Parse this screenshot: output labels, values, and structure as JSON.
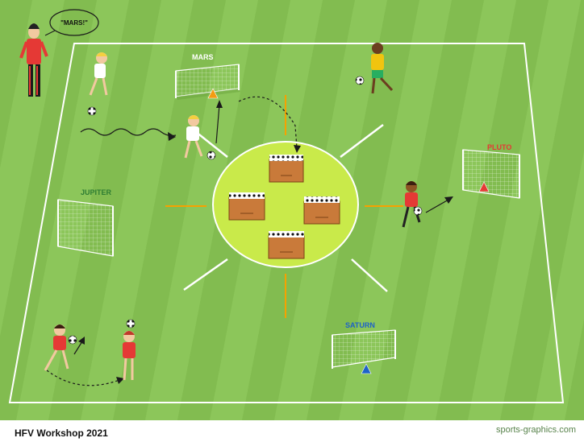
{
  "colors": {
    "grass_light": "#8cc65a",
    "grass_dark": "#79b347",
    "center_circle": "#c9ea4a",
    "goal_label_mars": "#ffffff",
    "goal_label_jupiter": "#2e7d32",
    "goal_label_pluto": "#e53935",
    "goal_label_saturn": "#1e62c8"
  },
  "labels": {
    "mars": "MARS",
    "jupiter": "JUPITER",
    "pluto": "PLUTO",
    "saturn": "SATURN",
    "speech": "\"MARS!\""
  },
  "footer": {
    "caption": "HFV Workshop 2021",
    "watermark": "sports-graphics.com"
  },
  "icons": [
    "soccer-goal-icon",
    "ball-crate-icon",
    "soccer-ball-icon",
    "cone-icon",
    "player-icon",
    "coach-icon"
  ]
}
